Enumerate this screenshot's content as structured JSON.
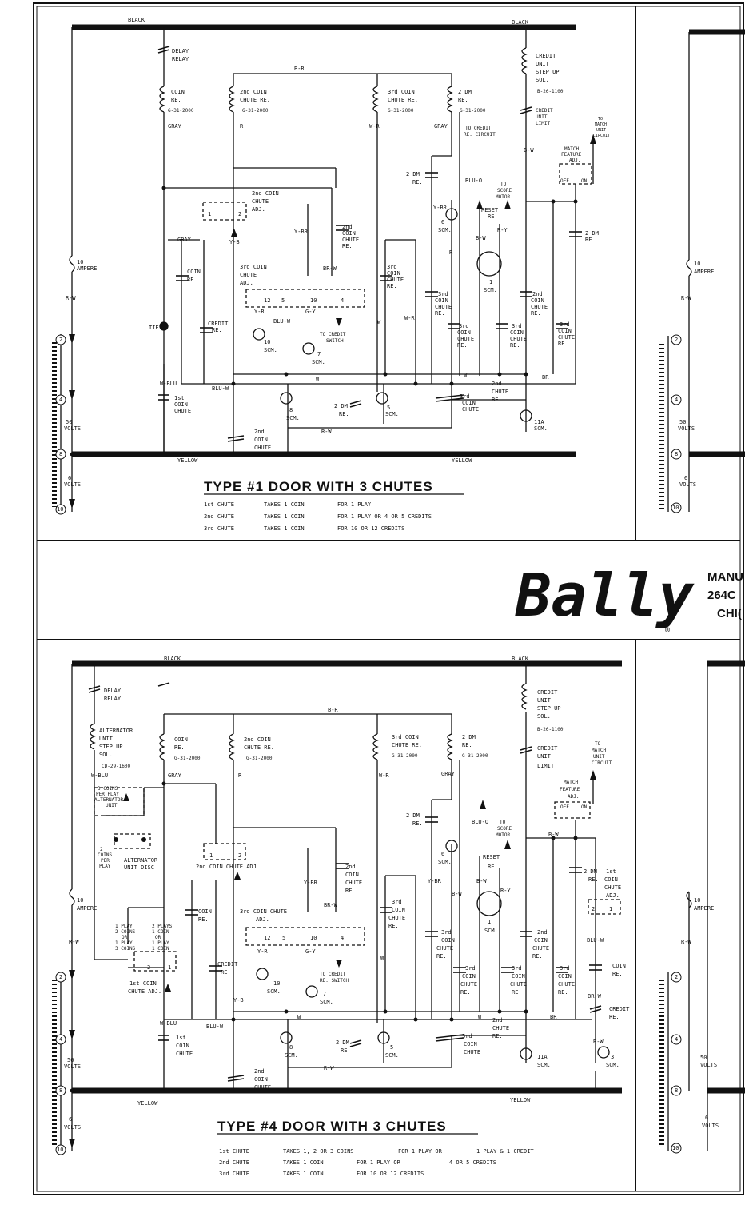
{
  "brand": {
    "logo_text": "Bally",
    "registered_mark": "®",
    "address_line1": "MANU",
    "address_line2": "264C",
    "address_line3": "CHI("
  },
  "wire_labels": {
    "black": "BLACK",
    "yellow": "YELLOW",
    "b_r": "B-R",
    "r_w": "R-W",
    "w_blu": "W-BLU",
    "blu_w": "BLU-W",
    "gray": "GRAY",
    "b_w": "B-W",
    "w_r": "W-R",
    "y_br": "Y-BR",
    "br_w": "BR-W",
    "y_r": "Y-R",
    "g_y": "G-Y",
    "y_b": "Y-B",
    "w": "W",
    "br": "BR",
    "r_y": "R-Y",
    "r": "R",
    "w_blu_b": "W-BLU",
    "blu_o": "BLU-O"
  },
  "common": {
    "delay_relay_1": "DELAY",
    "delay_relay_2": "RELAY",
    "ampere_1": "10",
    "ampere_2": "AMPERE",
    "volts50_1": "50",
    "volts50_2": "VOLTS",
    "volts6_1": "6",
    "volts6_2": "VOLTS",
    "tap2": "2",
    "tap4": "4",
    "tap8": "8",
    "tap10": "10",
    "credit_unit_1": "CREDIT",
    "credit_unit_2": "UNIT",
    "credit_unit_3": "STEP UP",
    "credit_unit_4": "SOL.",
    "credit_unit_limit_1": "CREDIT",
    "credit_unit_limit_2": "UNIT",
    "credit_unit_limit_3": "LIMIT",
    "to_match_1": "TO",
    "to_match_2": "MATCH",
    "to_match_3": "UNIT",
    "to_match_4": "CIRCUIT",
    "match_feature_1": "MATCH",
    "match_feature_2": "FEATURE",
    "match_feature_3": "ADJ.",
    "off": "OFF",
    "on": "ON",
    "coin_re_1": "COIN",
    "coin_re_2": "RE.",
    "chute2_re_1": "2nd COIN",
    "chute2_re_2": "CHUTE RE.",
    "chute3_re_1": "3rd COIN",
    "chute3_re_2": "CHUTE RE.",
    "dm2_1": "2 DM",
    "dm2_2": "RE.",
    "g31": "G-31-2000",
    "b26": "B-26-1100",
    "to_credit_re_1": "TO CREDIT",
    "to_credit_re_2": "RE. CIRCUIT",
    "to_score_1": "TO",
    "to_score_2": "SCORE",
    "to_score_3": "MOTOR",
    "reset_1": "RESET",
    "reset_2": "RE.",
    "scm1": "1",
    "scm_lbl": "SCM.",
    "scm6": "6",
    "scm7": "7",
    "scm8": "8",
    "scm5": "5",
    "scm10": "10",
    "scm11a": "11A",
    "tie": "TIE",
    "first_coin_chute_1": "1st",
    "first_coin_chute_2": "COIN",
    "first_coin_chute_3": "CHUTE",
    "second_coin_chute_1": "2nd",
    "second_coin_chute_2": "COIN",
    "second_coin_chute_3": "CHUTE",
    "third_coin_chute_1": "3rd",
    "third_coin_chute_2": "COIN",
    "third_coin_chute_3": "CHUTE",
    "third_coin_chute_4": "RE.",
    "chute3_adj_1": "3rd COIN",
    "chute3_adj_2": "CHUTE",
    "chute3_adj_3": "ADJ.",
    "chute2_adj_1": "2nd COIN",
    "chute2_adj_2": "CHUTE",
    "chute2_adj_3": "ADJ.",
    "to_credit_switch_1": "TO CREDIT",
    "to_credit_switch_2": "SWITCH",
    "credit_re_1": "CREDIT",
    "credit_re_2": "RE.",
    "pos12": "12",
    "pos5": "5",
    "pos10": "10",
    "pos4": "4",
    "pos1": "1",
    "pos2": "2",
    "re": "RE.",
    "dm": "2 DM"
  },
  "type1": {
    "title": "TYPE #1 DOOR WITH 3 CHUTES",
    "lines": [
      {
        "chute": "1st CHUTE",
        "takes": "TAKES 1 COIN",
        "for": "FOR 1 PLAY"
      },
      {
        "chute": "2nd CHUTE",
        "takes": "TAKES 1 COIN",
        "for": "FOR 1 PLAY OR 4 OR 5 CREDITS"
      },
      {
        "chute": "3rd CHUTE",
        "takes": "TAKES 1 COIN",
        "for": "FOR 10 OR 12 CREDITS"
      }
    ]
  },
  "type4": {
    "title": "TYPE #4 DOOR WITH 3 CHUTES",
    "alternator_1": "ALTERNATOR",
    "alternator_2": "UNIT",
    "alternator_3": "STEP UP",
    "alternator_4": "SOL.",
    "cd29": "CD-29-1600",
    "three_coins_1": "3 COINS",
    "three_coins_2": "PER PLAY",
    "three_coins_3": "ALTERNATOR",
    "three_coins_4": "UNIT",
    "two_coins_1": "2",
    "two_coins_2": "COINS",
    "two_coins_3": "PER",
    "two_coins_4": "PLAY",
    "alt_disc_1": "ALTERNATOR",
    "alt_disc_2": "UNIT DISC",
    "play_opts_left": [
      "1 PLAY",
      "2 COINS",
      "OR",
      "1 PLAY",
      "3 COINS"
    ],
    "play_opts_right": [
      "2 PLAYS",
      "1 COIN",
      "OR",
      "1 PLAY",
      "1 COIN"
    ],
    "first_adj_1": "1st COIN",
    "first_adj_2": "CHUTE ADJ.",
    "chute2_adj": "2nd COIN CHUTE ADJ.",
    "chute3_adj_1": "3rd COIN CHUTE",
    "chute3_adj_2": "ADJ.",
    "to_credit_sw_1": "TO CREDIT",
    "to_credit_sw_2": "RE. SWITCH",
    "first_coin_adj_1": "1st",
    "first_coin_adj_2": "COIN",
    "first_coin_adj_3": "CHUTE",
    "first_coin_adj_4": "ADJ.",
    "scm3": "3",
    "lines": [
      {
        "chute": "1st CHUTE",
        "takes": "TAKES 1, 2 OR 3 COINS",
        "for": "FOR 1 PLAY OR",
        "extra": "1 PLAY & 1 CREDIT"
      },
      {
        "chute": "2nd CHUTE",
        "takes": "TAKES 1 COIN",
        "for": "FOR 1 PLAY OR",
        "extra": "4 OR 5 CREDITS"
      },
      {
        "chute": "3rd CHUTE",
        "takes": "TAKES 1 COIN",
        "for": "FOR 10 OR 12 CREDITS",
        "extra": ""
      }
    ]
  }
}
